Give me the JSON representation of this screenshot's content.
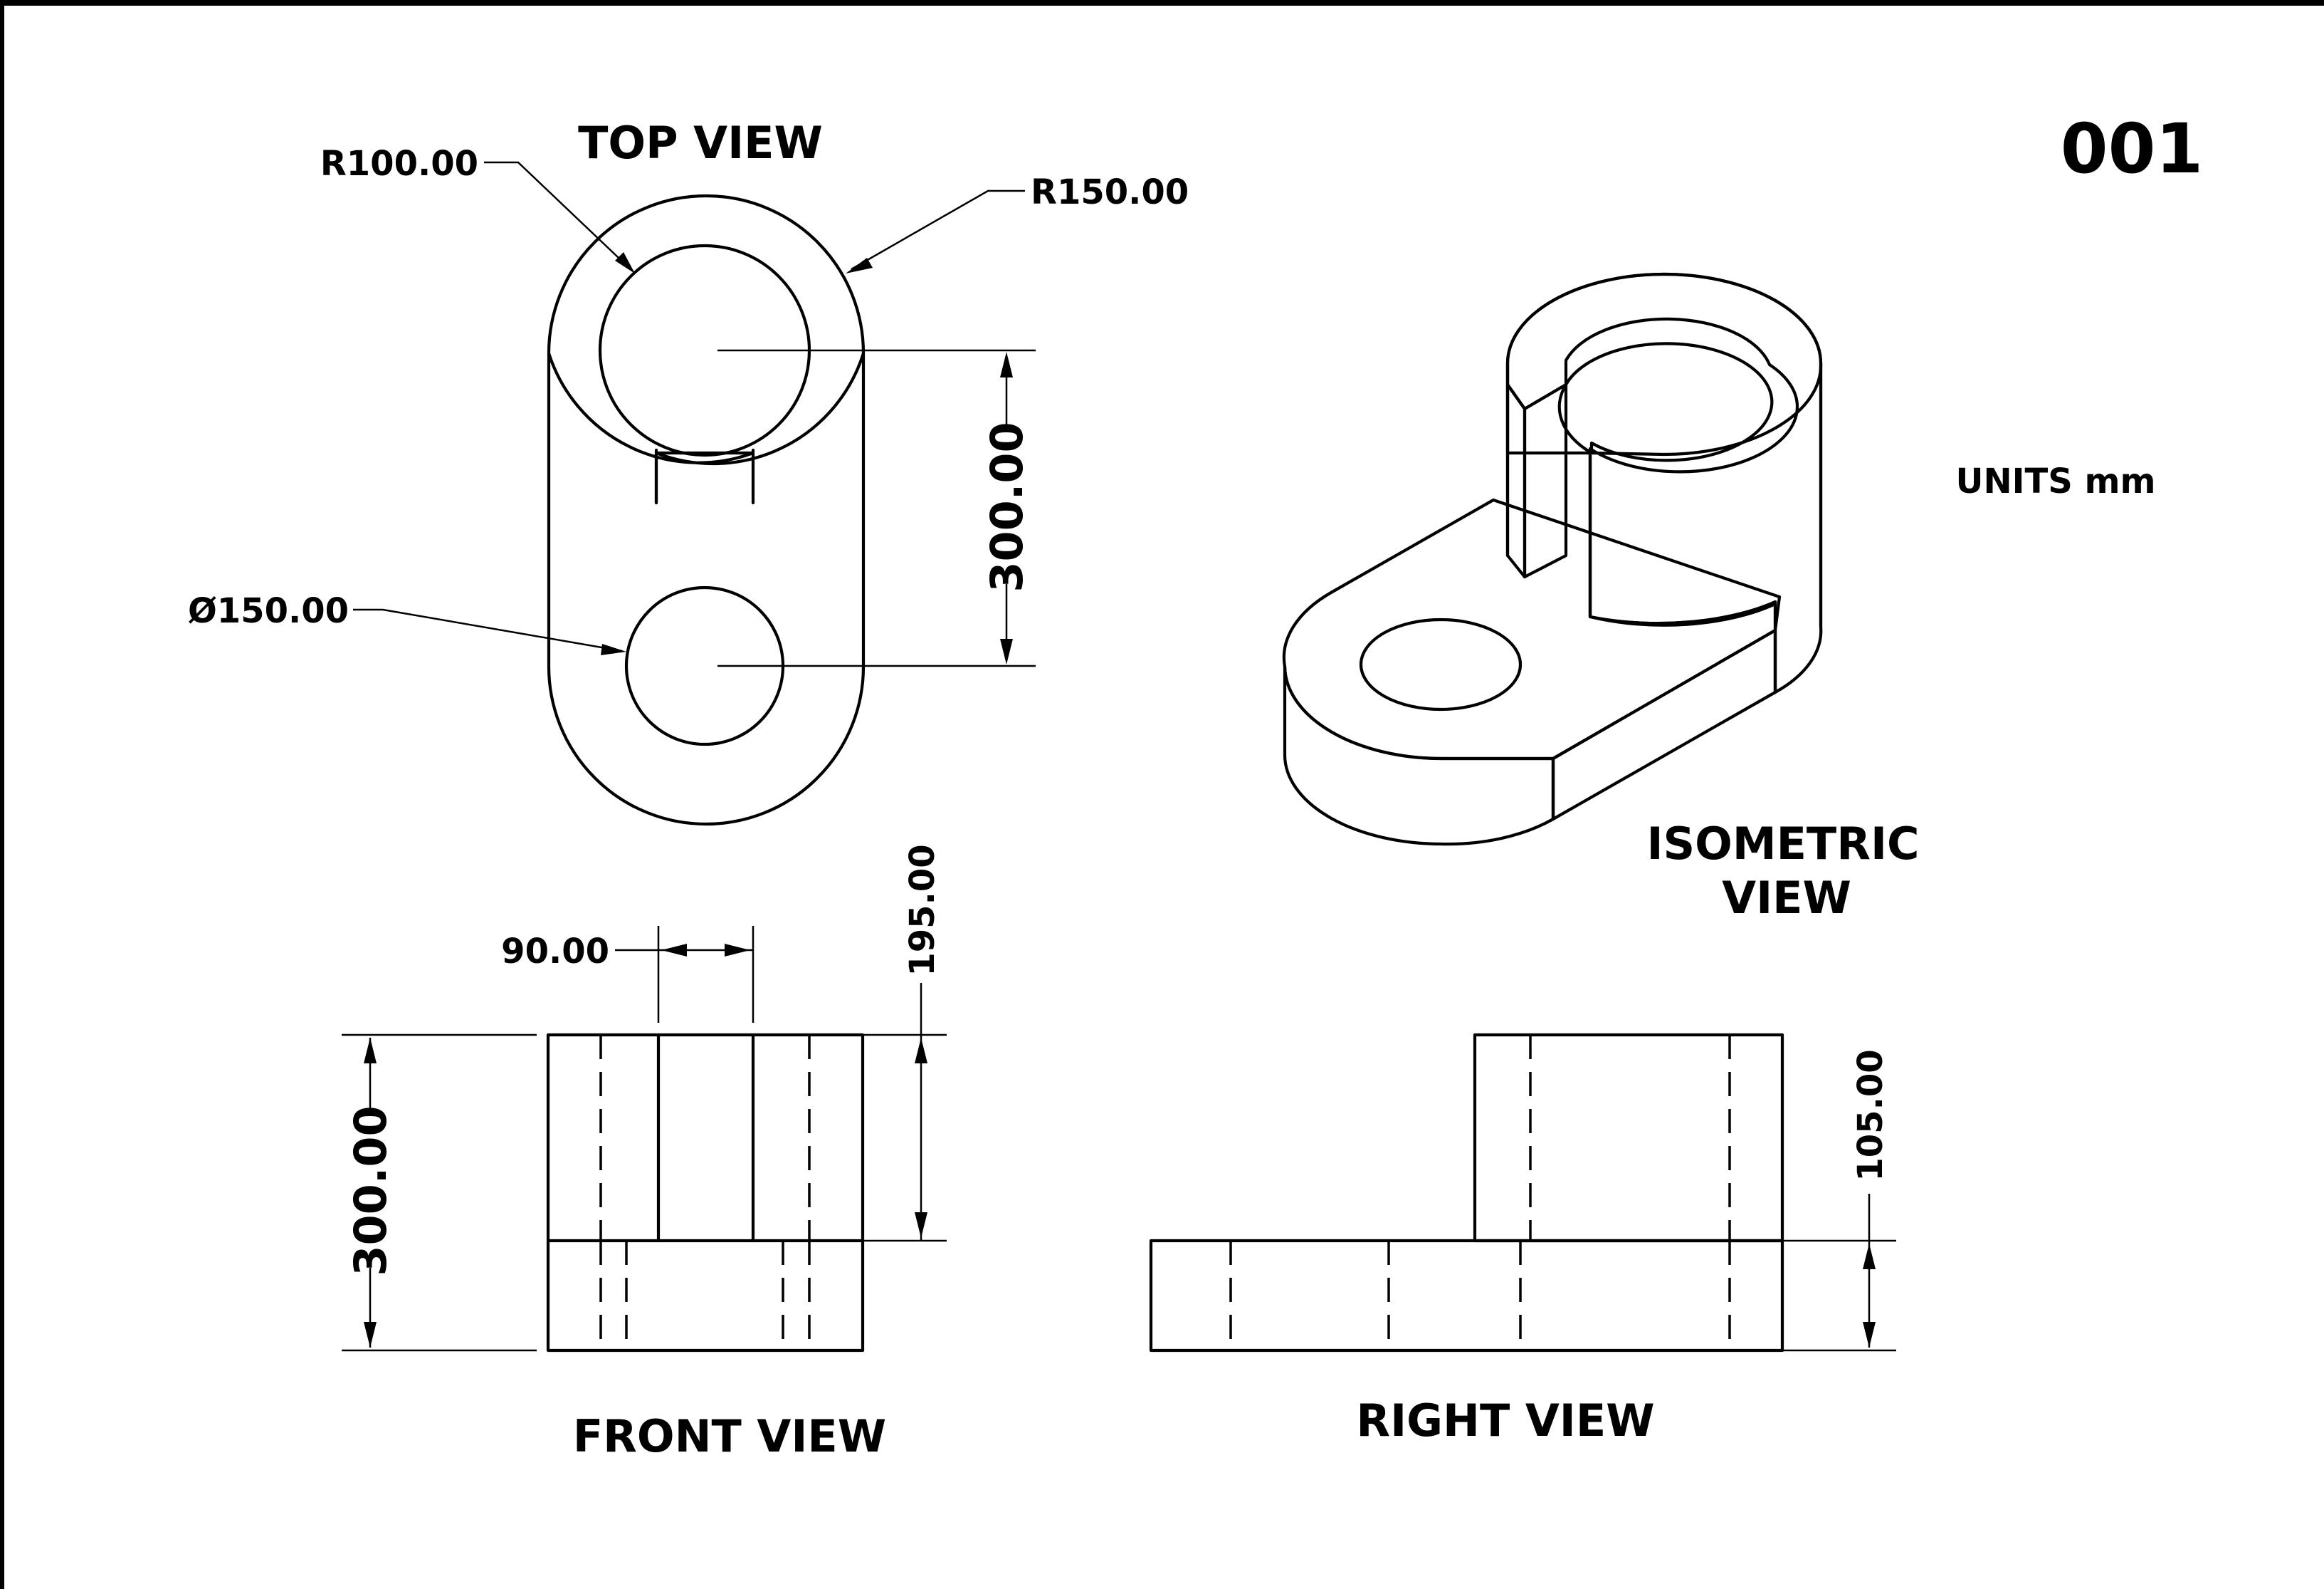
{
  "sheet": {
    "number": "001",
    "units": "UNITS mm"
  },
  "colors": {
    "solid_fill": "#f6d6d2",
    "solid_shade": "#c8a6a6",
    "line": "#000000"
  },
  "views": {
    "top": {
      "title": "TOP VIEW"
    },
    "front": {
      "title": "FRONT VIEW"
    },
    "right": {
      "title": "RIGHT VIEW"
    },
    "isometric": {
      "title_line1": "ISOMETRIC",
      "title_line2": "VIEW"
    }
  },
  "dimensions": {
    "r_inner": "R100.00",
    "r_outer": "R150.00",
    "hole_dia": "Ø150.00",
    "center_distance": "300.00",
    "slot_width": "90.00",
    "boss_height": "195.00",
    "front_height": "300.00",
    "base_height": "105.00"
  }
}
